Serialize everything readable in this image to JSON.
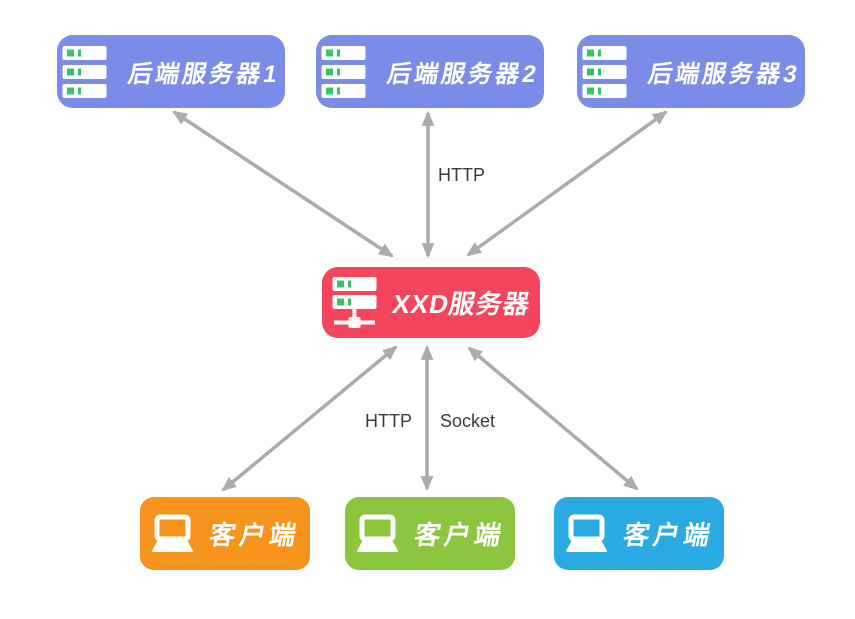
{
  "diagram": {
    "title_hint": "XXD server topology",
    "backend_servers": [
      {
        "label": "后端服务器1"
      },
      {
        "label": "后端服务器2"
      },
      {
        "label": "后端服务器3"
      }
    ],
    "center_server": {
      "label": "XXD服务器"
    },
    "clients": [
      {
        "label": "客户端"
      },
      {
        "label": "客户端"
      },
      {
        "label": "客户端"
      }
    ],
    "connection_labels": {
      "backend_http": "HTTP",
      "client_http": "HTTP",
      "client_socket": "Socket"
    },
    "icons": {
      "backend": "server-rack-icon",
      "center": "server-network-icon",
      "client": "laptop-icon"
    },
    "colors": {
      "backend_box": "#7B8BE8",
      "center_box": "#F5455C",
      "client_boxes": [
        "#F7941E",
        "#8CC63F",
        "#29ABE2"
      ],
      "arrow": "#ABABAB",
      "label_text": "#3B3B3B",
      "icon_accent_green": "#35C467"
    }
  }
}
